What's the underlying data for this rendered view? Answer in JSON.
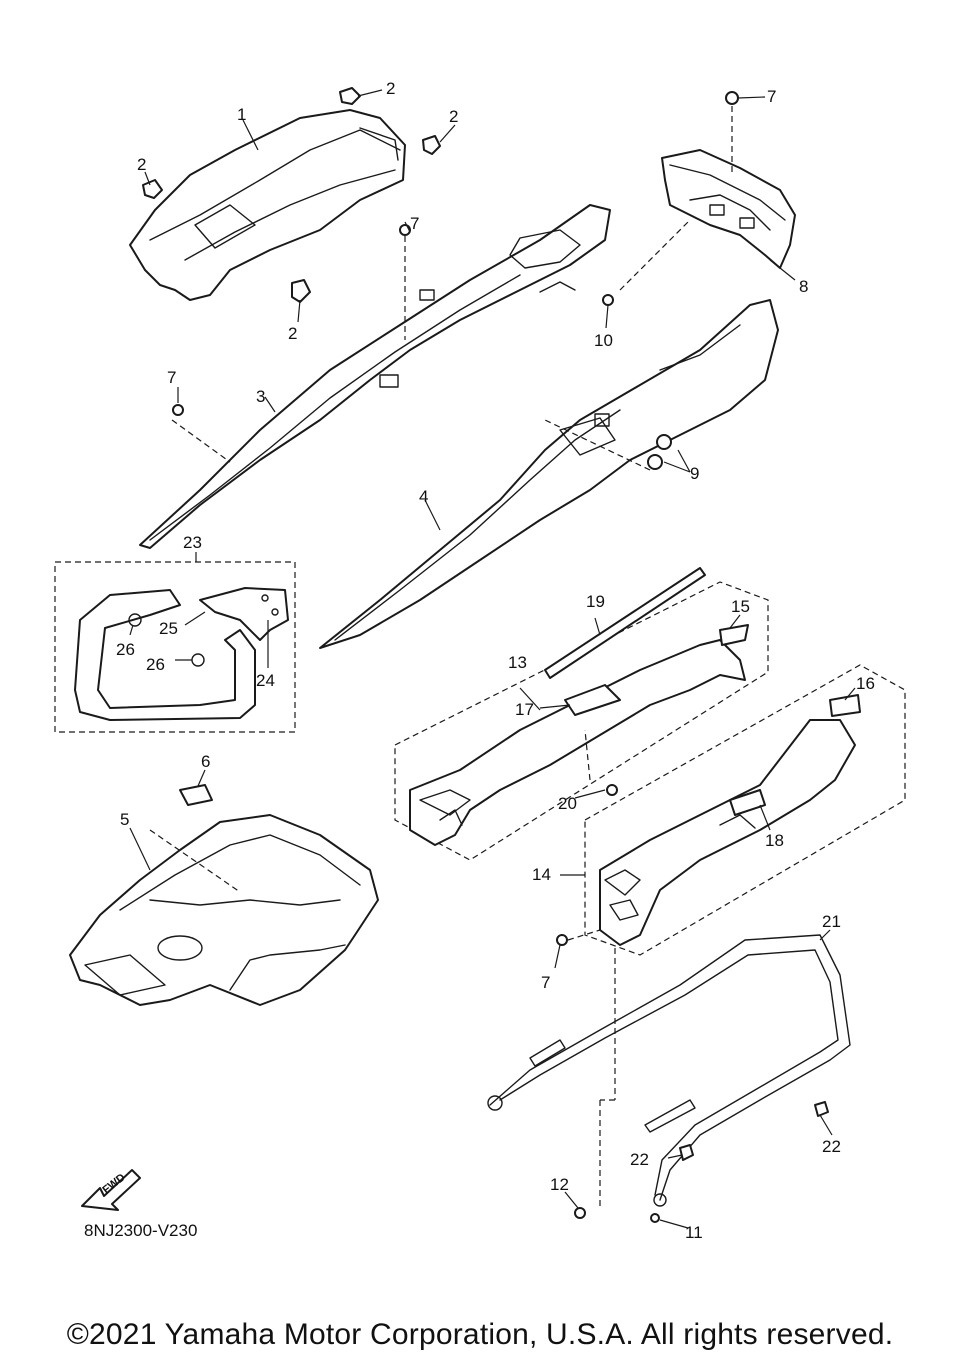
{
  "diagram": {
    "diagram_code": "8NJ2300-V230",
    "direction_label": "FWD",
    "copyright": "©2021 Yamaha Motor Corporation, U.S.A. All rights reserved.",
    "callouts": [
      "1",
      "2",
      "3",
      "4",
      "5",
      "6",
      "7",
      "8",
      "9",
      "10",
      "11",
      "12",
      "13",
      "14",
      "15",
      "16",
      "17",
      "18",
      "19",
      "20",
      "21",
      "22",
      "23",
      "24",
      "25",
      "26"
    ]
  }
}
